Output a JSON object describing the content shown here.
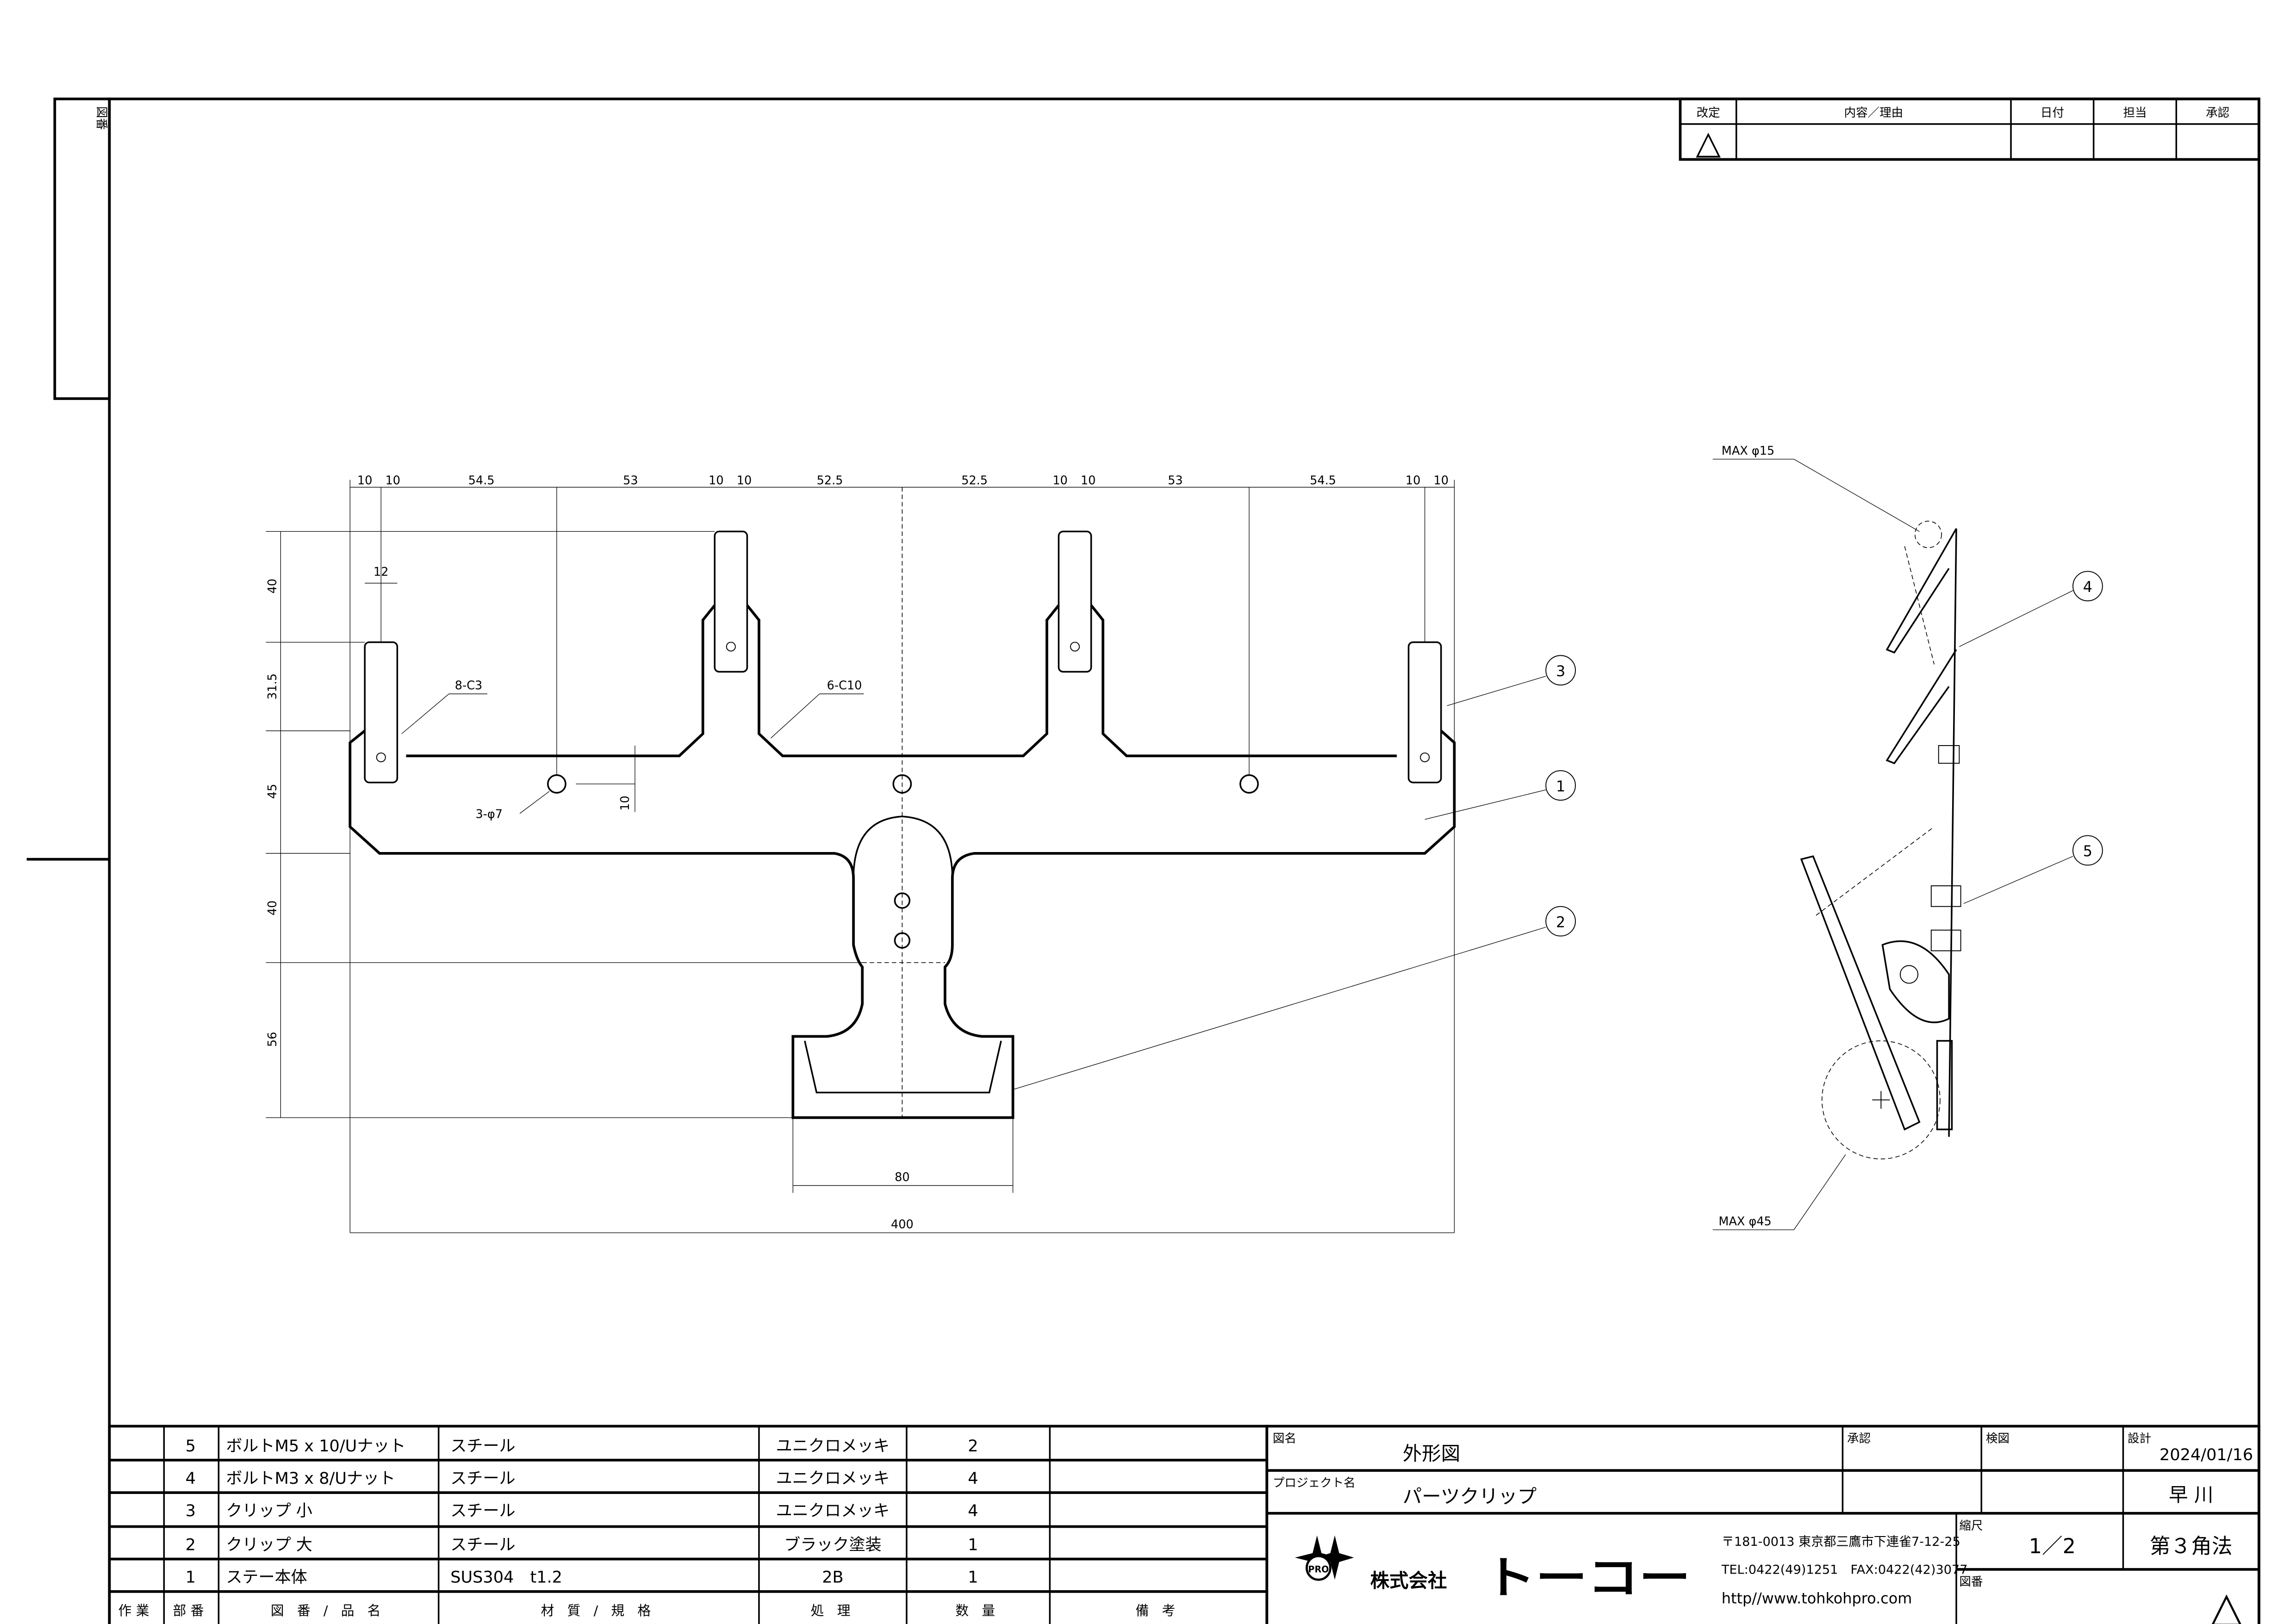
{
  "side_margin": {
    "label": "図番"
  },
  "revision_table": {
    "headers": [
      "改定",
      "内容／理由",
      "日付",
      "担当",
      "承認"
    ],
    "rows": [
      {
        "mark": "△",
        "content": "",
        "date": "",
        "person": "",
        "approval": ""
      }
    ]
  },
  "parts_list": {
    "headers": [
      "作業",
      "部番",
      "図 番 / 品 名",
      "材 質 / 規 格",
      "処 理",
      "数 量",
      "備 考"
    ],
    "rows": [
      {
        "work": "",
        "no": "5",
        "name": "ボルトM5 x 10/Uナット",
        "material": "スチール",
        "treatment": "ユニクロメッキ",
        "qty": "2",
        "note": ""
      },
      {
        "work": "",
        "no": "4",
        "name": "ボルトM3 x 8/Uナット",
        "material": "スチール",
        "treatment": "ユニクロメッキ",
        "qty": "4",
        "note": ""
      },
      {
        "work": "",
        "no": "3",
        "name": "クリップ 小",
        "material": "スチール",
        "treatment": "ユニクロメッキ",
        "qty": "4",
        "note": ""
      },
      {
        "work": "",
        "no": "2",
        "name": "クリップ 大",
        "material": "スチール",
        "treatment": "ブラック塗装",
        "qty": "1",
        "note": ""
      },
      {
        "work": "",
        "no": "1",
        "name": "ステー本体",
        "material": "SUS304　t1.2",
        "treatment": "2B",
        "qty": "1",
        "note": ""
      }
    ]
  },
  "title_block": {
    "drawing_name_label": "図名",
    "drawing_name": "外形図",
    "approval_label": "承認",
    "check_label": "検図",
    "design_label": "設計",
    "design_date": "2024/01/16",
    "project_label": "プロジェクト名",
    "project_name": "パーツクリップ",
    "designer": "早 川",
    "company": "株式会社",
    "brand": "トーコー",
    "logo_text": "PRO",
    "address": "〒181-0013 東京都三鷹市下連雀7-12-25",
    "phone": "TEL:0422(49)1251　FAX:0422(42)3077",
    "url": "http//www.tohkohpro.com",
    "scale_label": "縮尺",
    "scale": "1／2",
    "projection": "第３角法",
    "drawing_no_label": "図番",
    "revision_mark": "△"
  },
  "front_view": {
    "top_dims": [
      "10",
      "10",
      "54.5",
      "53",
      "10",
      "10",
      "52.5",
      "52.5",
      "10",
      "10",
      "53",
      "54.5",
      "10",
      "10"
    ],
    "left_dims": [
      "40",
      "31.5",
      "45",
      "40",
      "56"
    ],
    "bottom_dims": [
      "80",
      "400"
    ],
    "tab_width": "12",
    "hole_offset": "10",
    "notes": {
      "chamfer_small": "8-C3",
      "chamfer_large": "6-C10",
      "holes": "3-φ7"
    }
  },
  "side_view": {
    "max_small": "MAX φ15",
    "max_large": "MAX φ45"
  },
  "balloons": [
    "3",
    "1",
    "2",
    "4",
    "5"
  ]
}
